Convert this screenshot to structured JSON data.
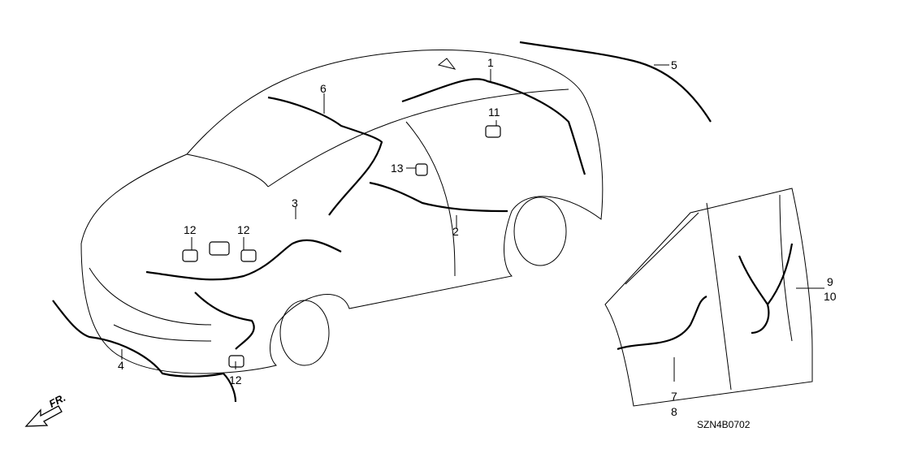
{
  "diagram": {
    "code": "SZN4B0702",
    "direction_label": "FR.",
    "callouts": [
      "1",
      "2",
      "3",
      "4",
      "5",
      "6",
      "7",
      "8",
      "9",
      "10",
      "11",
      "12",
      "12",
      "12",
      "13"
    ]
  }
}
